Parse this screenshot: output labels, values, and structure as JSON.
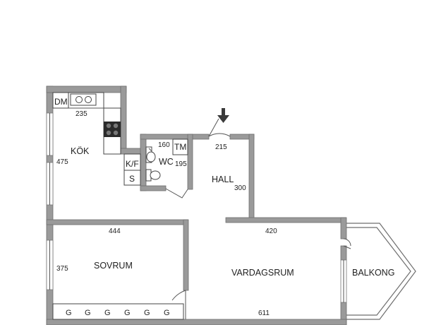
{
  "rooms": {
    "kitchen": "KÖK",
    "hall": "HALL",
    "wc": "WC",
    "bedroom": "SOVRUM",
    "living": "VARDAGSRUM",
    "balcony": "BALKONG"
  },
  "fixtures": {
    "dishwasher": "DM",
    "washer": "TM",
    "fridge_freezer": "K/F",
    "storage": "S",
    "wardrobe": [
      "G",
      "G",
      "G",
      "G",
      "G",
      "G"
    ]
  },
  "dimensions": {
    "kitchen_width": "235",
    "kitchen_depth": "475",
    "wc_width": "160",
    "wc_depth": "195",
    "hall_width": "215",
    "hall_depth": "300",
    "bedroom_width": "444",
    "bedroom_depth": "375",
    "living_width": "420",
    "living_bottom": "611"
  }
}
